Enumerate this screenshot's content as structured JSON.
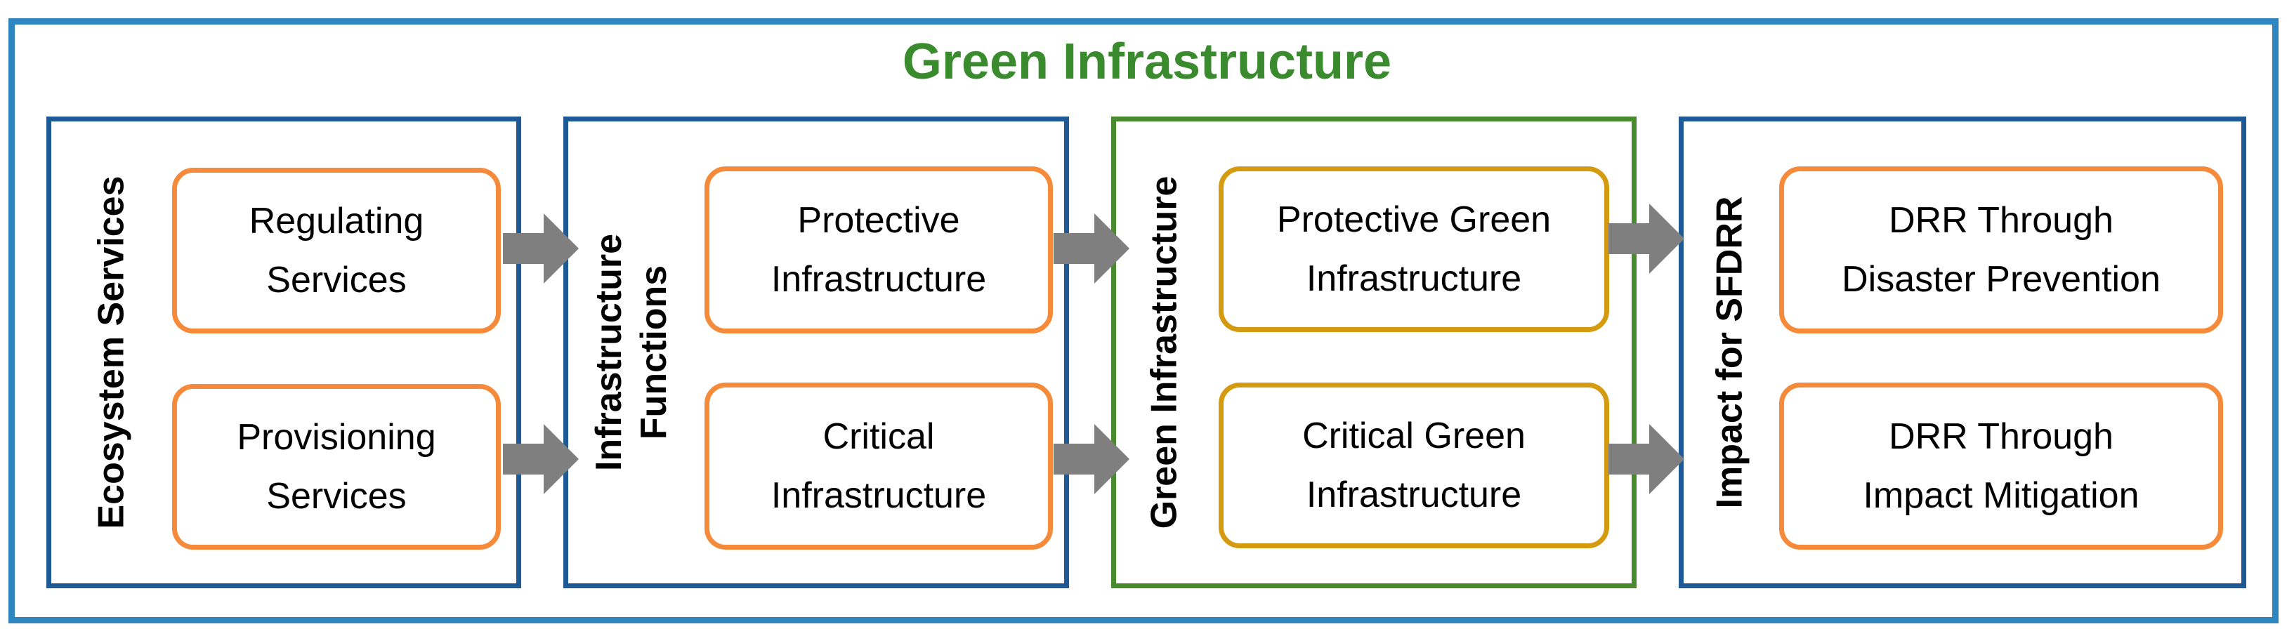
{
  "title": "Green Infrastructure",
  "colors": {
    "frame": "#2e86c1",
    "title": "#3a8a2e",
    "panel_blue": "#1f5a96",
    "panel_green": "#4a8a2e",
    "box_orange": "#f58a3a",
    "box_gold": "#d49b10",
    "arrow": "#7f7f7f"
  },
  "panels": [
    {
      "label": "Ecosystem Services",
      "boxes": [
        {
          "line1": "Regulating",
          "line2": "Services"
        },
        {
          "line1": "Provisioning",
          "line2": "Services"
        }
      ]
    },
    {
      "label_line1": "Infrastructure",
      "label_line2": "Functions",
      "boxes": [
        {
          "line1": "Protective",
          "line2": "Infrastructure"
        },
        {
          "line1": "Critical",
          "line2": "Infrastructure"
        }
      ]
    },
    {
      "label": "Green Infrastructure",
      "boxes": [
        {
          "line1": "Protective Green",
          "line2": "Infrastructure"
        },
        {
          "line1": "Critical Green",
          "line2": "Infrastructure"
        }
      ]
    },
    {
      "label": "Impact for SFDRR",
      "boxes": [
        {
          "line1": "DRR Through",
          "line2": "Disaster Prevention"
        },
        {
          "line1": "DRR Through",
          "line2": "Impact Mitigation"
        }
      ]
    }
  ],
  "arrow_icon": "right-arrow-icon"
}
